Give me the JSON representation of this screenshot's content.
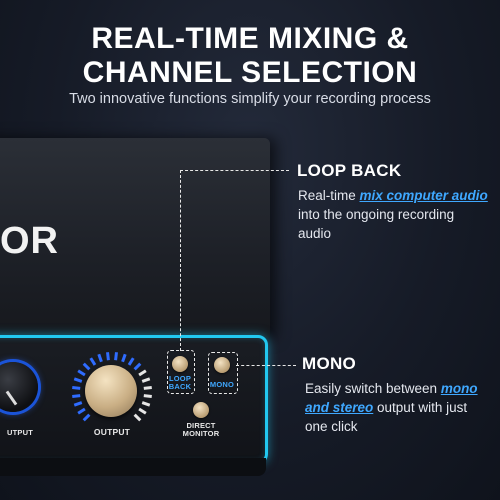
{
  "header": {
    "title_line1": "REAL-TIME MIXING &",
    "title_line2": "CHANNEL SELECTION",
    "subtitle": "Two innovative functions simplify your recording process"
  },
  "device": {
    "brand_fragment": "OR",
    "labels": {
      "output_left": "UTPUT",
      "output": "OUTPUT",
      "loop_back_1": "LOOP",
      "loop_back_2": "BACK",
      "mono": "MONO",
      "direct_1": "DIRECT",
      "direct_2": "MONITOR"
    },
    "accent_color": "#22c8f0",
    "knob_ring_color": "#2f6cff"
  },
  "callouts": {
    "loop_back": {
      "title": "LOOP BACK",
      "text_before": "Real-time ",
      "highlight": "mix computer audio",
      "text_after": " into the ongoing recording audio"
    },
    "mono": {
      "title": "MONO",
      "text_before": "Easily switch between ",
      "highlight": "mono and stereo",
      "text_after": " output with just one click"
    }
  },
  "colors": {
    "background": "#161b27",
    "highlight": "#3fa8ff"
  }
}
